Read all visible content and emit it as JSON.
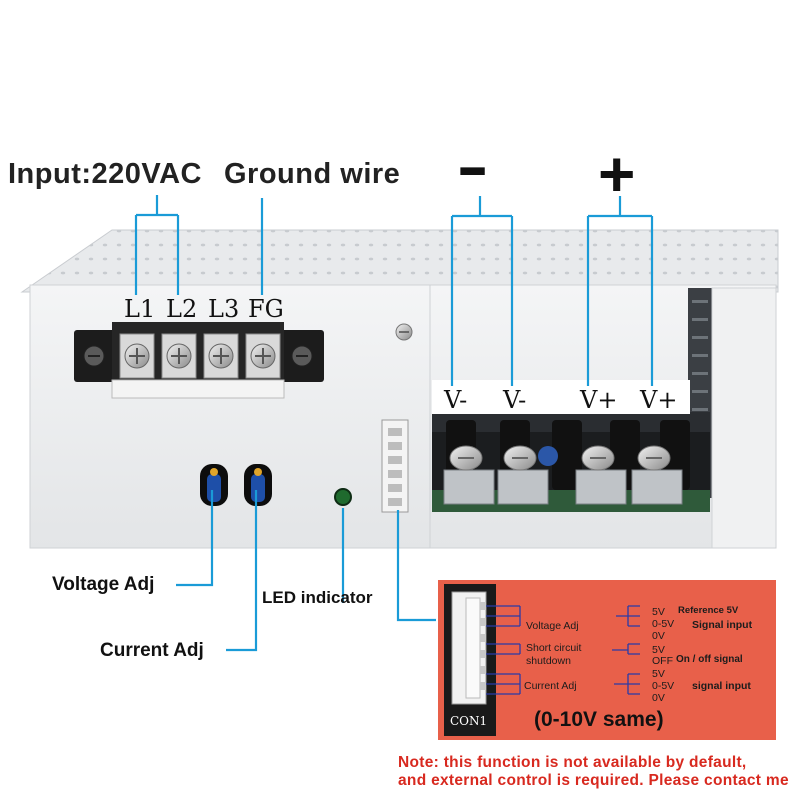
{
  "callouts": {
    "input": "Input:220VAC",
    "ground": "Ground wire",
    "negative": "-",
    "positive": "+",
    "voltage_adj": "Voltage Adj",
    "current_adj": "Current Adj",
    "led_indicator": "LED indicator"
  },
  "terminals": {
    "l1": "L1",
    "l2": "L2",
    "l3": "L3",
    "fg": "FG",
    "output_labels": [
      "V-",
      "V-",
      "V+",
      "V+"
    ]
  },
  "control_panel": {
    "connector_label": "CON1",
    "voltage_adj": "Voltage Adj",
    "short_circuit": "Short circuit",
    "shutdown": "shutdown",
    "current_adj": "Current Adj",
    "v_5v_a": "5V",
    "v_05v_a": "0-5V",
    "v_0v_a": "0V",
    "reference": "Reference 5V",
    "signal_input_a": "Signal input",
    "v_5v_b": "5V",
    "v_off": "OFF",
    "on_off_signal": "On / off signal",
    "v_5v_c": "5V",
    "v_05v_c": "0-5V",
    "v_0v_c": "0V",
    "signal_input_c": "signal input",
    "range_note": "(0-10V same)"
  },
  "note": {
    "line1": "Note: this function is not available by default,",
    "line2": "and external control is required. Please contact me"
  },
  "colors": {
    "leader": "#1a9bd7",
    "panel_bg": "#e8604a",
    "note_red": "#d8291f",
    "chassis": "#eceeef"
  }
}
